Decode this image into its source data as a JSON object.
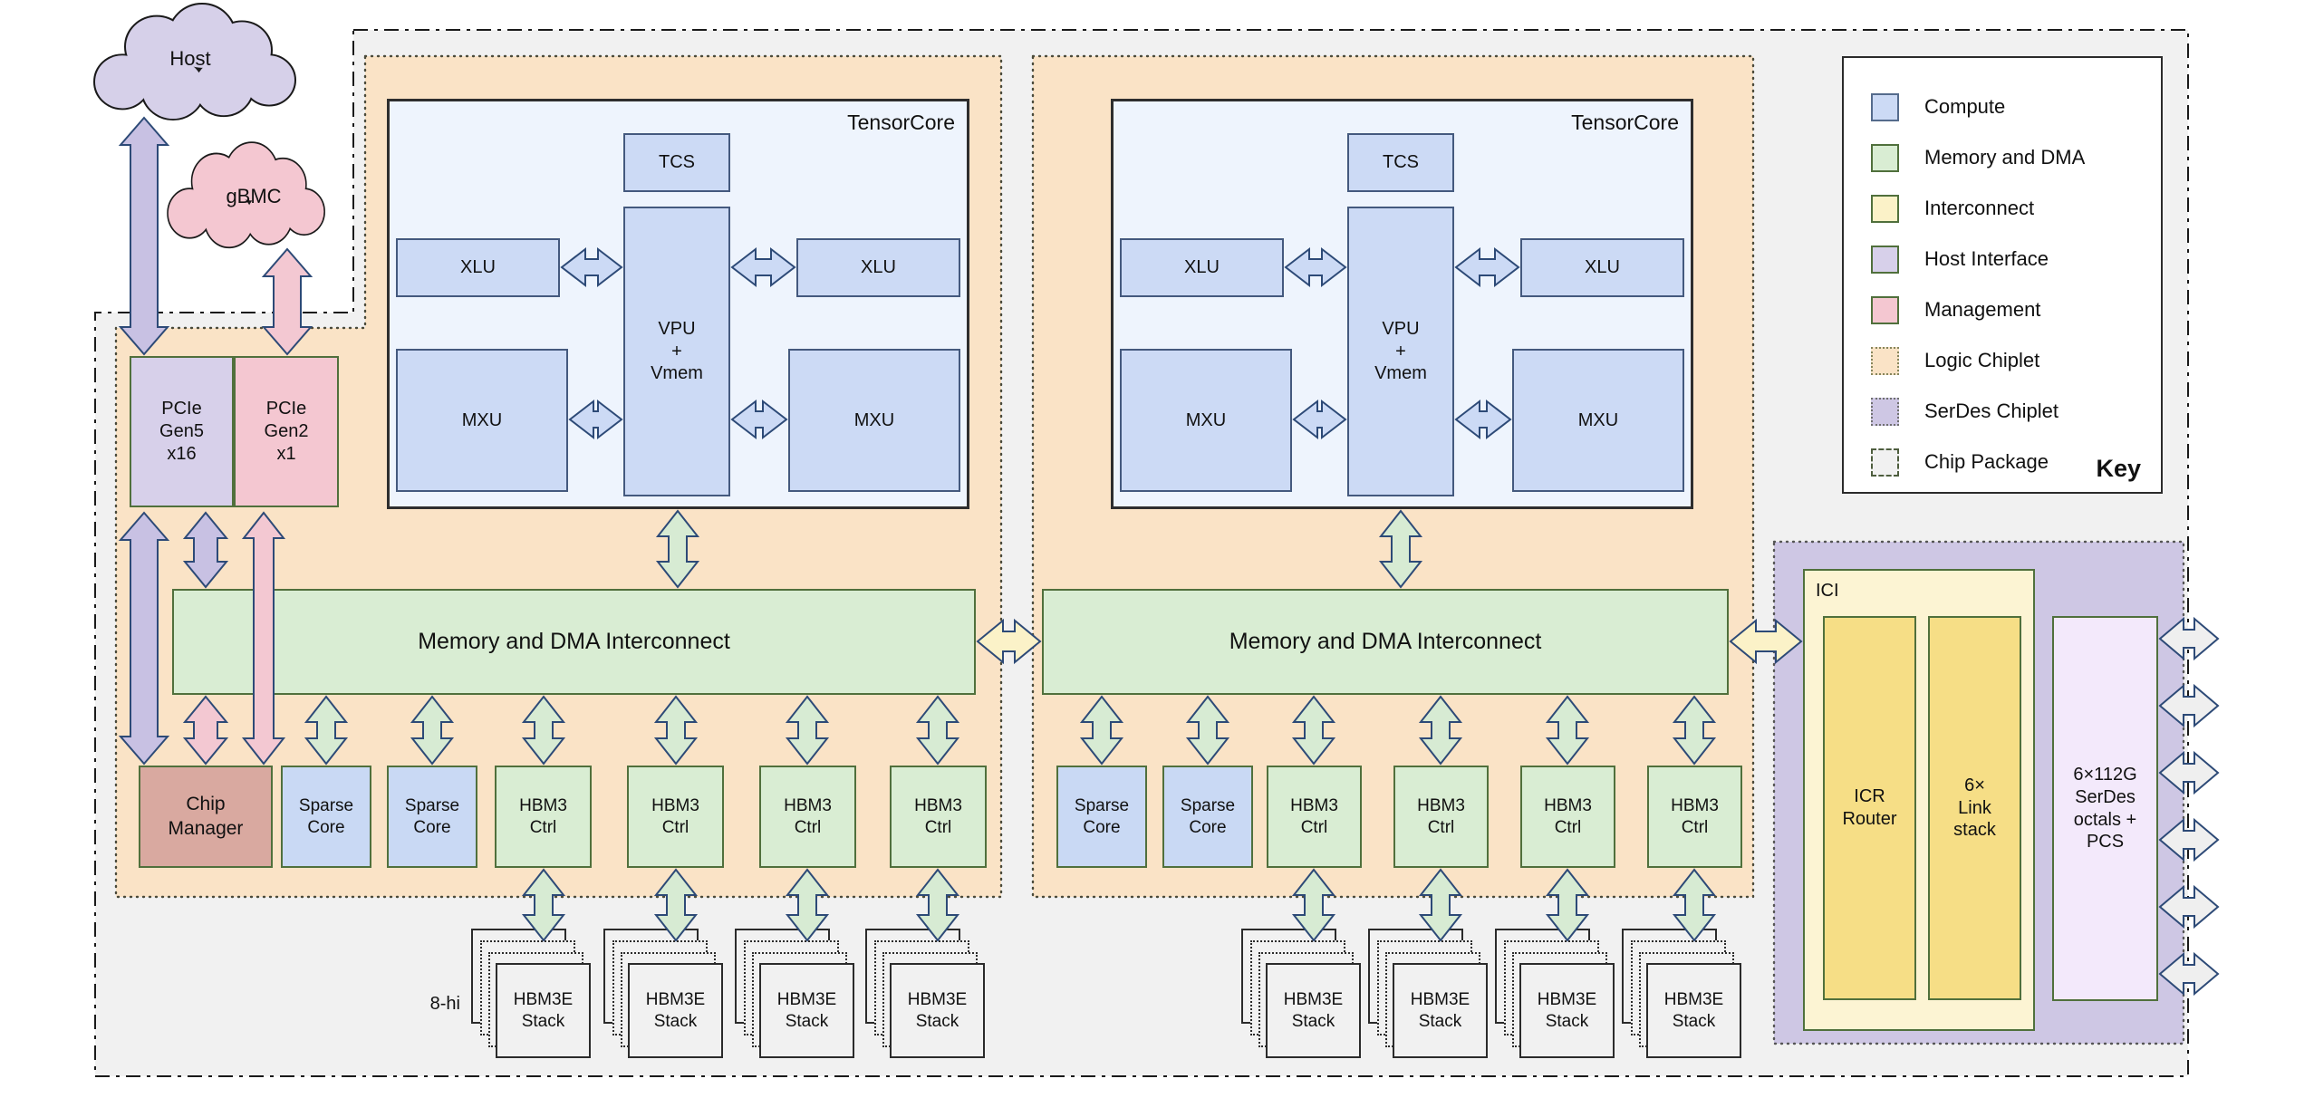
{
  "clouds": {
    "host": "Host",
    "gbmc": "gBMC"
  },
  "host_interface": {
    "pcie_gen5": "PCIe\nGen5\nx16",
    "pcie_gen2": "PCIe\nGen2\nx1"
  },
  "management": {
    "chip_manager": "Chip\nManager"
  },
  "tensorcores": [
    {
      "title": "TensorCore",
      "tcs": "TCS",
      "vpu": "VPU\n+\nVmem",
      "xlu_left": "XLU",
      "xlu_right": "XLU",
      "mxu_left": "MXU",
      "mxu_right": "MXU"
    },
    {
      "title": "TensorCore",
      "tcs": "TCS",
      "vpu": "VPU\n+\nVmem",
      "xlu_left": "XLU",
      "xlu_right": "XLU",
      "mxu_left": "MXU",
      "mxu_right": "MXU"
    }
  ],
  "interconnects": [
    "Memory and DMA Interconnect",
    "Memory and DMA Interconnect"
  ],
  "sparse_cores": [
    "Sparse\nCore",
    "Sparse\nCore",
    "Sparse\nCore",
    "Sparse\nCore"
  ],
  "hbm3_ctrls": [
    "HBM3\nCtrl",
    "HBM3\nCtrl",
    "HBM3\nCtrl",
    "HBM3\nCtrl",
    "HBM3\nCtrl",
    "HBM3\nCtrl",
    "HBM3\nCtrl",
    "HBM3\nCtrl"
  ],
  "hbm3e_stacks": [
    "HBM3E\nStack",
    "HBM3E\nStack",
    "HBM3E\nStack",
    "HBM3E\nStack",
    "HBM3E\nStack",
    "HBM3E\nStack",
    "HBM3E\nStack",
    "HBM3E\nStack"
  ],
  "notes": {
    "hbm_height": "8-hi"
  },
  "ici": {
    "title": "ICI",
    "icr_router": "ICR\nRouter",
    "link_stack": "6×\nLink\nstack"
  },
  "serdes": {
    "octals": "6×112G\nSerDes\noctals +\nPCS"
  },
  "legend": {
    "title": "Key",
    "items": [
      {
        "label": "Compute",
        "swatch": "compute"
      },
      {
        "label": "Memory and DMA",
        "swatch": "memory"
      },
      {
        "label": "Interconnect",
        "swatch": "interconnect"
      },
      {
        "label": "Host Interface",
        "swatch": "host"
      },
      {
        "label": "Management",
        "swatch": "management"
      },
      {
        "label": "Logic Chiplet",
        "swatch": "logic-chiplet"
      },
      {
        "label": "SerDes Chiplet",
        "swatch": "serdes-chiplet"
      },
      {
        "label": "Chip Package",
        "swatch": "chip-package"
      }
    ]
  },
  "colors": {
    "compute": "#ccdaf5",
    "memory_dma": "#d9edd3",
    "interconnect": "#fbf2c8",
    "host_interface": "#d7d0ea",
    "management": "#f4c7d1",
    "logic_chiplet": "#fae3c6",
    "serdes_chiplet": "#cec7e4",
    "chip_package": "#f1f1f1",
    "chip_manager": "#d9a9a0",
    "arrow_outline": "#2d4a77"
  }
}
